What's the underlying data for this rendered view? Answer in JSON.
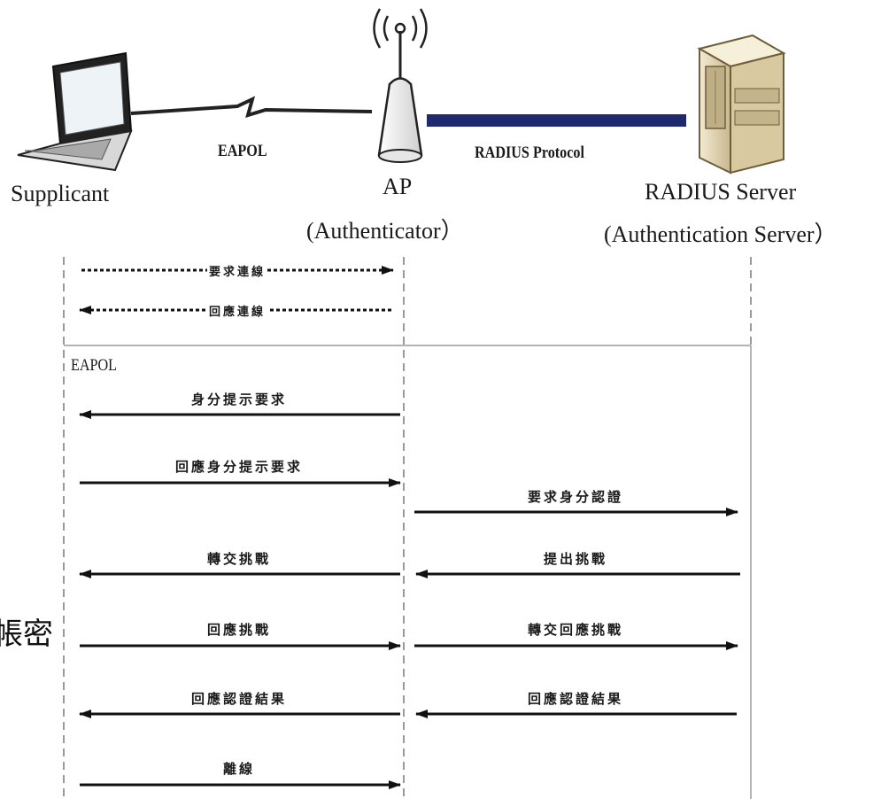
{
  "entities": {
    "supplicant": {
      "name": "Supplicant",
      "icon": "laptop-icon"
    },
    "ap": {
      "name": "AP",
      "role": "(Authenticator）",
      "icon": "wireless-access-point-icon"
    },
    "radius": {
      "name": "RADIUS Server",
      "role": "(Authentication Server）",
      "icon": "server-tower-icon"
    }
  },
  "links": {
    "eapol": "EAPOL",
    "radius_protocol": "RADIUS Protocol"
  },
  "connection_section": {
    "request": "要求連線",
    "response": "回應連線"
  },
  "eapol_section_label": "EAPOL",
  "messages": {
    "left": [
      {
        "label": "身分提示要求",
        "direction": "to-supplicant"
      },
      {
        "label": "回應身分提示要求",
        "direction": "to-ap"
      },
      {
        "label": "轉交挑戰",
        "direction": "to-supplicant"
      },
      {
        "label": "回應挑戰",
        "direction": "to-ap"
      },
      {
        "label": "回應認證結果",
        "direction": "to-supplicant"
      },
      {
        "label": "離線",
        "direction": "to-ap"
      }
    ],
    "right": [
      {
        "label": "要求身分認證",
        "direction": "to-server"
      },
      {
        "label": "提出挑戰",
        "direction": "to-ap"
      },
      {
        "label": "轉交回應挑戰",
        "direction": "to-server"
      },
      {
        "label": "回應認證結果",
        "direction": "to-ap"
      }
    ]
  },
  "side_fragment": "帳密",
  "colors": {
    "radius_link": "#1f2a6e",
    "lifeline": "#9a9a9a",
    "arrow": "#111111",
    "server_body": "#e8dcc0"
  }
}
